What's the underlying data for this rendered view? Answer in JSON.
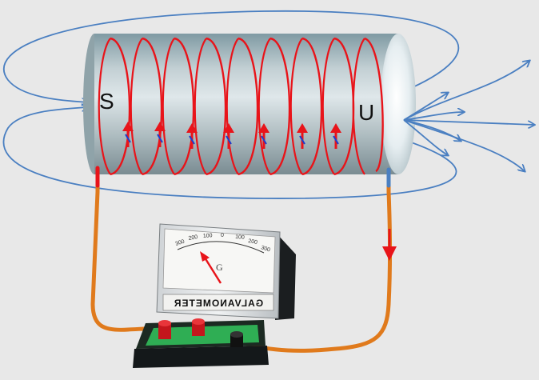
{
  "labels": {
    "left_pole": "S",
    "right_pole": "U",
    "meter_symbol": "G",
    "meter_name": "GALVANOMETER",
    "meter_scale": [
      "300",
      "200",
      "100",
      "0",
      "100",
      "200",
      "300"
    ]
  },
  "colors": {
    "background": "#e8e8e8",
    "field_lines": "#4a7fc1",
    "coil_wire": "#e8141a",
    "current_arrows": "#e8141a",
    "lead_wire": "#e07a1c",
    "base_green": "#2fae54"
  }
}
